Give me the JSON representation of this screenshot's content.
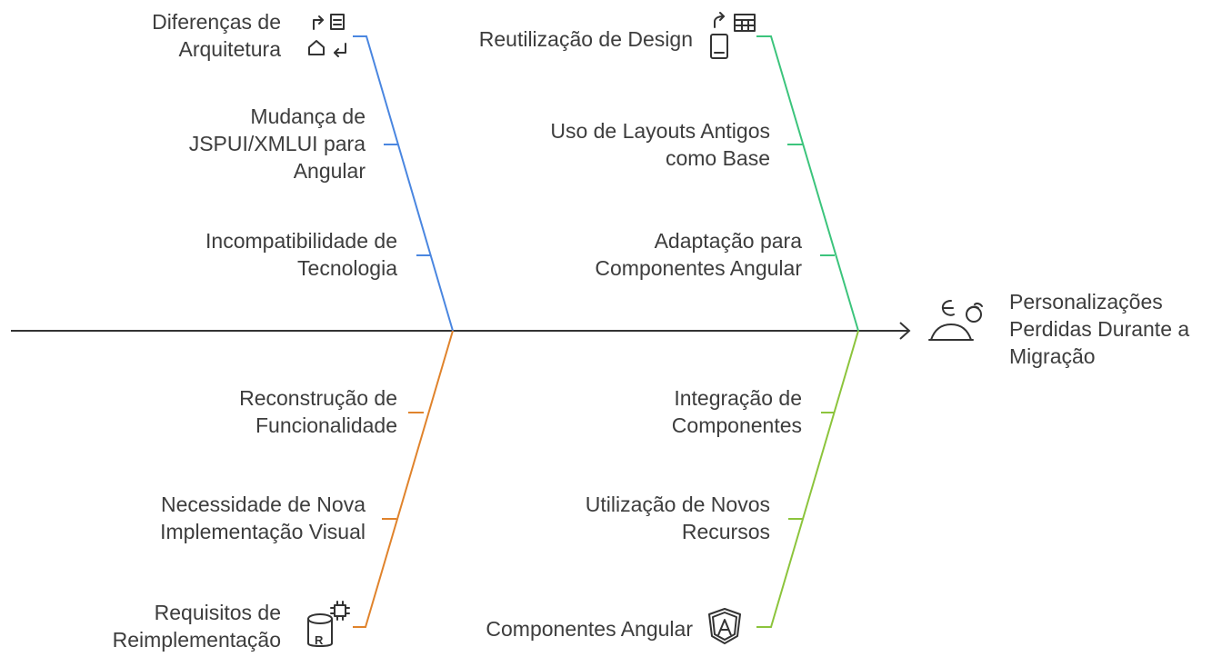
{
  "effect": {
    "lines": [
      "Personalizações",
      "Perdidas Durante a",
      "Migração"
    ],
    "icon": "person-thinking-icon"
  },
  "branches": {
    "top_left": {
      "color": "#4a86e0",
      "category": {
        "lines": [
          "Diferenças de",
          "Arquitetura"
        ],
        "icon": "architecture-swap-icon"
      },
      "causes": [
        {
          "lines": [
            "Mudança de",
            "JSPUI/XMLUI para",
            "Angular"
          ]
        },
        {
          "lines": [
            "Incompatibilidade de",
            "Tecnologia"
          ]
        }
      ]
    },
    "top_right": {
      "color": "#3cc47c",
      "category": {
        "lines": [
          "Reutilização de Design"
        ],
        "icon": "layout-reuse-icon"
      },
      "causes": [
        {
          "lines": [
            "Uso de Layouts Antigos",
            "como Base"
          ]
        },
        {
          "lines": [
            "Adaptação para",
            "Componentes Angular"
          ]
        }
      ]
    },
    "bottom_left": {
      "color": "#e0832c",
      "category": {
        "lines": [
          "Requisitos de",
          "Reimplementação"
        ],
        "icon": "database-processor-icon"
      },
      "causes": [
        {
          "lines": [
            "Reconstrução de",
            "Funcionalidade"
          ]
        },
        {
          "lines": [
            "Necessidade de Nova",
            "Implementação Visual"
          ]
        }
      ]
    },
    "bottom_right": {
      "color": "#8cc43c",
      "category": {
        "lines": [
          "Componentes Angular"
        ],
        "icon": "angular-logo-icon"
      },
      "causes": [
        {
          "lines": [
            "Integração de",
            "Componentes"
          ]
        },
        {
          "lines": [
            "Utilização de Novos",
            "Recursos"
          ]
        }
      ]
    }
  }
}
